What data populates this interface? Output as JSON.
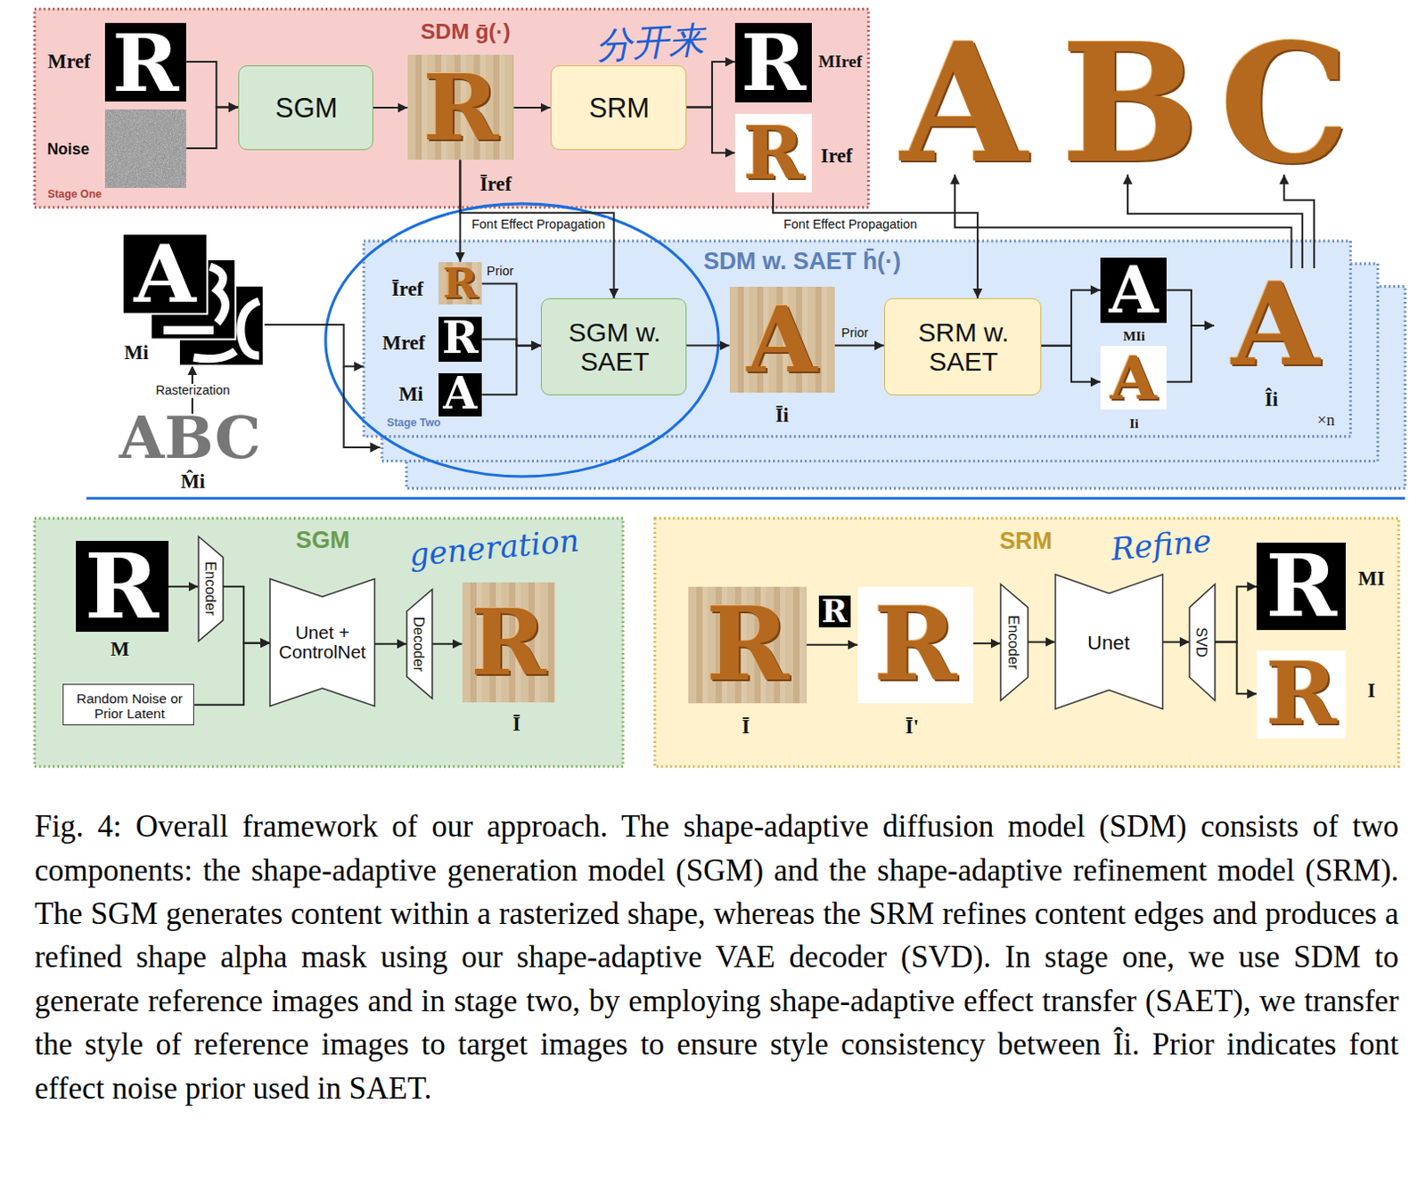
{
  "diagram": {
    "caption": "Fig. 4: Overall framework of our approach. The shape-adaptive diffusion model (SDM) consists of two components: the shape-adaptive generation model (SGM) and the shape-adaptive refinement model (SRM). The SGM generates content within a rasterized shape, whereas the SRM refines content edges and produces a refined shape alpha mask using our shape-adaptive VAE decoder (SVD). In stage one, we use SDM to generate reference images and in stage two, by employing shape-adaptive effect transfer (SAET), we transfer the style of reference images to target images to ensure style consistency between Îi. Prior indicates font effect noise prior used in SAET.",
    "nodes": [
      {
        "text": [
          "SDM ḡ(·)",
          "Stage One"
        ]
      },
      {
        "text": [
          "R",
          "Mref"
        ],
        "in": 0
      },
      {
        "text": [
          "Noise"
        ],
        "in": 0
      },
      {
        "text": [
          "SGM"
        ],
        "in": 0
      },
      {
        "text": [
          "R",
          "Īref"
        ],
        "in": 0
      },
      {
        "text": [
          "SRM"
        ],
        "in": 0
      },
      {
        "text": [
          "R",
          "MIref"
        ],
        "in": 0
      },
      {
        "text": [
          "R",
          "Iref"
        ],
        "in": 0
      },
      {
        "text": [
          "A"
        ]
      },
      {
        "text": [
          "B"
        ]
      },
      {
        "text": [
          "C"
        ]
      },
      {
        "text": [
          "A",
          "Mi"
        ]
      },
      {
        "text": [
          "ABC",
          "M̂i"
        ]
      },
      {
        "text": [
          "SDM w. SAET h̄(·)",
          "Stage Two",
          "×n"
        ]
      },
      {
        "text": [
          "R",
          "Īref"
        ],
        "in": 13
      },
      {
        "text": [
          "R",
          "Mref"
        ],
        "in": 13
      },
      {
        "text": [
          "A",
          "Mi"
        ],
        "in": 13
      },
      {
        "text": [
          "SGM w. SAET"
        ],
        "in": 13
      },
      {
        "text": [
          "A",
          "Īi"
        ],
        "in": 13
      },
      {
        "text": [
          "SRM w. SAET"
        ],
        "in": 13
      },
      {
        "text": [
          "A",
          "MIi"
        ],
        "in": 13
      },
      {
        "text": [
          "A",
          "Ii"
        ],
        "in": 13
      },
      {
        "text": [
          "A",
          "Îi"
        ],
        "in": 13
      },
      {
        "text": [
          "SGM"
        ]
      },
      {
        "text": [
          "R",
          "M"
        ],
        "in": 23
      },
      {
        "text": [
          "Encoder"
        ],
        "in": 23
      },
      {
        "text": [
          "Random Noise or Prior Latent"
        ],
        "in": 23
      },
      {
        "text": [
          "Unet + ControlNet"
        ],
        "in": 23
      },
      {
        "text": [
          "Decoder"
        ],
        "in": 23
      },
      {
        "text": [
          "R",
          "Ī"
        ],
        "in": 23
      },
      {
        "text": [
          "SRM"
        ]
      },
      {
        "text": [
          "R",
          "Ī"
        ],
        "in": 30
      },
      {
        "text": [
          "R"
        ],
        "in": 30
      },
      {
        "text": [
          "R",
          "Ī'"
        ],
        "in": 30
      },
      {
        "text": [
          "Encoder"
        ],
        "in": 30
      },
      {
        "text": [
          "Unet"
        ],
        "in": 30
      },
      {
        "text": [
          "SVD"
        ],
        "in": 30
      },
      {
        "text": [
          "R",
          "MI"
        ],
        "in": 30
      },
      {
        "text": [
          "R",
          "I"
        ],
        "in": 30
      }
    ],
    "edges": [
      {
        "from": 1,
        "to": 3,
        "arrow": "to"
      },
      {
        "from": 2,
        "to": 3,
        "arrow": "to"
      },
      {
        "from": 3,
        "to": 4,
        "arrow": "to"
      },
      {
        "from": 4,
        "to": 5,
        "arrow": "to"
      },
      {
        "from": 5,
        "to": 6,
        "arrow": "to"
      },
      {
        "from": 5,
        "to": 7,
        "arrow": "to"
      },
      {
        "from": 4,
        "to": 14,
        "arrow": "to"
      },
      {
        "from": 4,
        "to": 17,
        "label": "Font Effect Propagation",
        "arrow": "to"
      },
      {
        "from": 7,
        "to": 19,
        "label": "Font Effect Propagation",
        "arrow": "to"
      },
      {
        "from": 12,
        "to": 11,
        "label": "Rasterization",
        "arrow": "to"
      },
      {
        "from": 11,
        "to": 13,
        "arrow": "to"
      },
      {
        "from": 14,
        "to": 17,
        "label": "Prior",
        "arrow": "to"
      },
      {
        "from": 15,
        "to": 17,
        "arrow": "to"
      },
      {
        "from": 16,
        "to": 17,
        "arrow": "to"
      },
      {
        "from": 17,
        "to": 18,
        "arrow": "to"
      },
      {
        "from": 18,
        "to": 19,
        "label": "Prior",
        "arrow": "to"
      },
      {
        "from": 19,
        "to": 20,
        "arrow": "to"
      },
      {
        "from": 19,
        "to": 21,
        "arrow": "to"
      },
      {
        "from": 20,
        "to": 22,
        "arrow": "to"
      },
      {
        "from": 21,
        "to": 22,
        "arrow": "to"
      },
      {
        "from": 22,
        "to": 8,
        "arrow": "to"
      },
      {
        "from": 22,
        "to": 9,
        "arrow": "to"
      },
      {
        "from": 22,
        "to": 10,
        "arrow": "to"
      },
      {
        "from": 24,
        "to": 25,
        "arrow": "to"
      },
      {
        "from": 25,
        "to": 27,
        "arrow": "to"
      },
      {
        "from": 26,
        "to": 27,
        "arrow": "to"
      },
      {
        "from": 27,
        "to": 28,
        "arrow": "to"
      },
      {
        "from": 28,
        "to": 29,
        "arrow": "to"
      },
      {
        "from": 31,
        "to": 33,
        "arrow": "to"
      },
      {
        "from": 33,
        "to": 34,
        "arrow": "to"
      },
      {
        "from": 34,
        "to": 35,
        "arrow": "to"
      },
      {
        "from": 35,
        "to": 36,
        "arrow": "to"
      },
      {
        "from": 36,
        "to": 37,
        "arrow": "to"
      },
      {
        "from": 36,
        "to": 38,
        "arrow": "to"
      }
    ],
    "labels": [
      "分开来",
      "generation",
      "Refine"
    ]
  }
}
